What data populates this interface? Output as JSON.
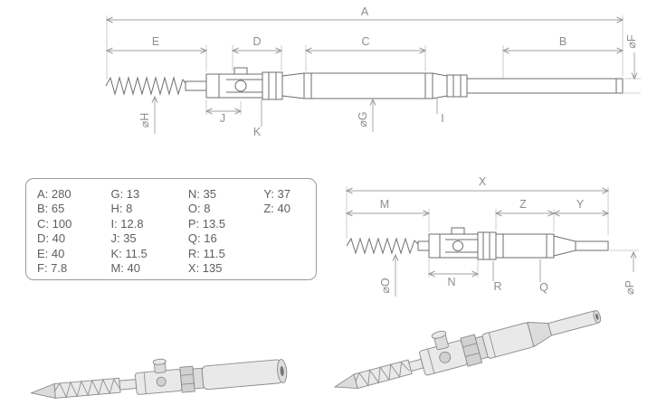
{
  "drawing_top": {
    "dim_a": "A",
    "dim_b": "B",
    "dim_c": "C",
    "dim_d": "D",
    "dim_e": "E",
    "dim_f": "⌀F",
    "dim_g": "⌀G",
    "dim_h": "⌀H",
    "dim_i": "I",
    "dim_j": "J",
    "dim_k": "K"
  },
  "drawing_side": {
    "dim_x": "X",
    "dim_m": "M",
    "dim_z": "Z",
    "dim_y": "Y",
    "dim_n": "N",
    "dim_o": "⌀O",
    "dim_p": "⌀P",
    "dim_q": "Q",
    "dim_r": "R"
  },
  "dim_table": {
    "columns": [
      [
        "A: 280",
        "B: 65",
        "C: 100",
        "D: 40",
        "E: 40",
        "F: 7.8"
      ],
      [
        "G: 13",
        "H: 8",
        "I: 12.8",
        "J: 35",
        "K: 11.5",
        "M: 40"
      ],
      [
        "N: 35",
        "O: 8",
        "P: 13.5",
        "Q: 16",
        "R: 11.5",
        "X: 135"
      ],
      [
        "Y: 37",
        "Z: 40"
      ]
    ]
  }
}
